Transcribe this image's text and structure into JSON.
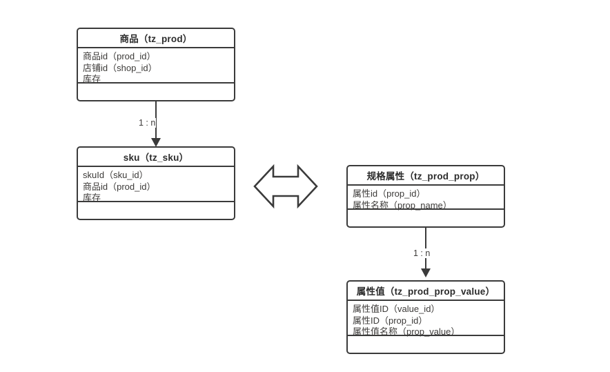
{
  "diagram": {
    "title": "Product SKU and specification attribute entity relationship diagram",
    "theme": {
      "border_color": "#3a3a3a",
      "text_color": "#3c3a38",
      "title_color": "#2b2b2b",
      "background": "#ffffff"
    },
    "entities": [
      {
        "id": "tz_prod",
        "title": "商品（tz_prod）",
        "attributes": [
          "商品id（prod_id）",
          "店铺id（shop_id）",
          "库存"
        ],
        "operations": []
      },
      {
        "id": "tz_sku",
        "title": "sku（tz_sku）",
        "attributes": [
          "skuId（sku_id）",
          "商品id（prod_id）",
          "库存"
        ],
        "operations": []
      },
      {
        "id": "tz_prod_prop",
        "title": "规格属性（tz_prod_prop）",
        "attributes": [
          "属性id（prop_id）",
          "属性名称（prop_name）"
        ],
        "operations": []
      },
      {
        "id": "tz_prod_prop_value",
        "title": "属性值（tz_prod_prop_value）",
        "attributes": [
          "属性值ID（value_id）",
          "属性ID（prop_id）",
          "属性值名称（prop_value）"
        ],
        "operations": []
      }
    ],
    "relationships": [
      {
        "id": "prod-to-sku",
        "from": "tz_prod",
        "to": "tz_sku",
        "label": "1 : n",
        "arrow": "solid-triangle-down"
      },
      {
        "id": "prop-to-prop-value",
        "from": "tz_prod_prop",
        "to": "tz_prod_prop_value",
        "label": "1 : n",
        "arrow": "solid-triangle-down"
      }
    ],
    "link_arrow": {
      "id": "sku-prop-link",
      "shape": "double-headed-horizontal-arrow",
      "between": [
        "tz_sku",
        "tz_prod_prop"
      ]
    }
  }
}
